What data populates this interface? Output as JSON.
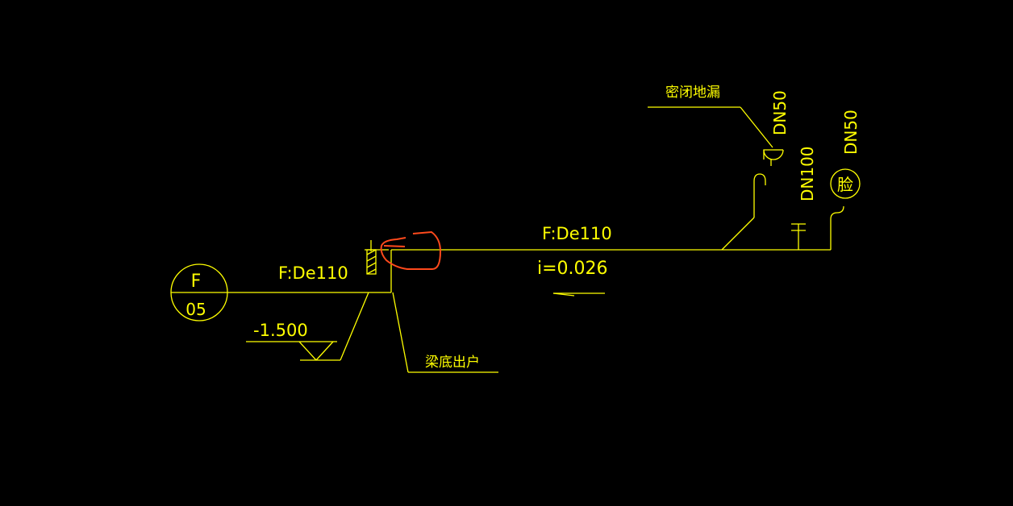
{
  "colors": {
    "background": "#000000",
    "linework": "#ffff00",
    "markup": "#ff4a1c"
  },
  "labels": {
    "pipe_left": "F:De110",
    "pipe_right": "F:De110",
    "slope": "i=0.026",
    "elevation": "-1.500",
    "beam_exit": "梁底出户",
    "floor_drain": "密闭地漏",
    "dn50_drain": "DN50",
    "dn100": "DN100",
    "dn50_basin": "DN50"
  },
  "index_circle": {
    "top": "F",
    "bottom": "05"
  },
  "basin_symbol": {
    "char": "脸"
  }
}
